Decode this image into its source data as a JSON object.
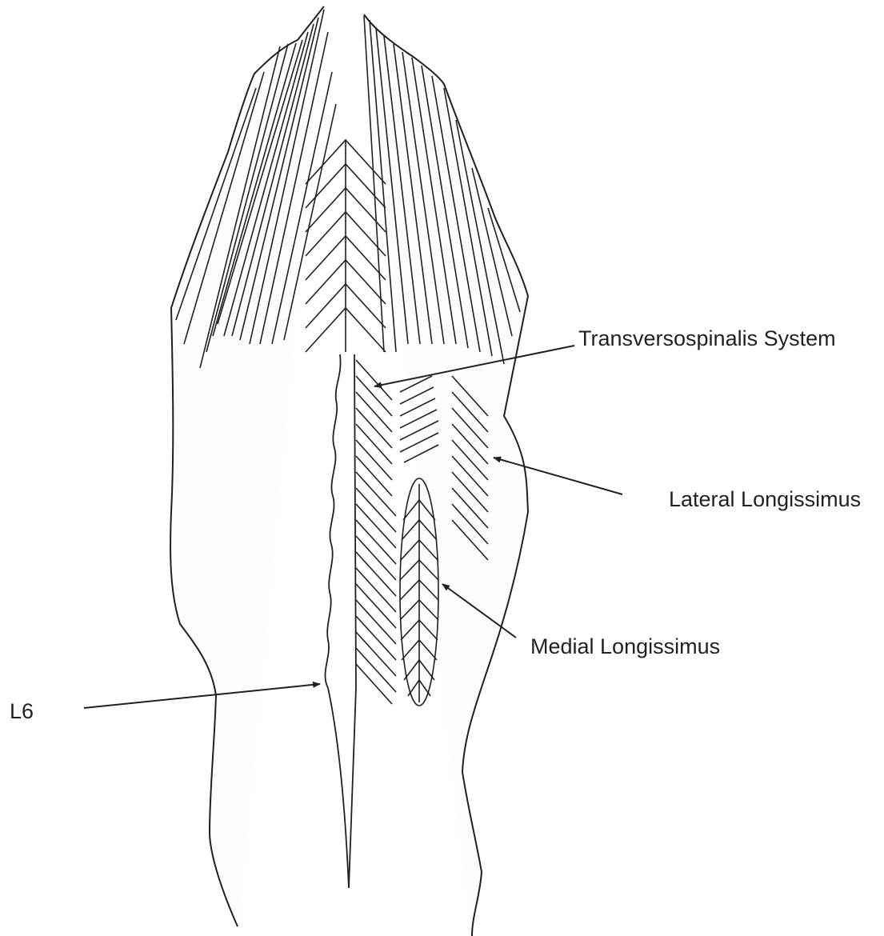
{
  "labels": {
    "transversospinalis": "Transversospinalis System",
    "lateral_longissimus": "Lateral Longissimus",
    "medial_longissimus": "Medial Longissimus",
    "l6": "L6"
  },
  "colors": {
    "stroke": "#231f20",
    "fill": "#fcfcfc",
    "background": "#ffffff"
  }
}
